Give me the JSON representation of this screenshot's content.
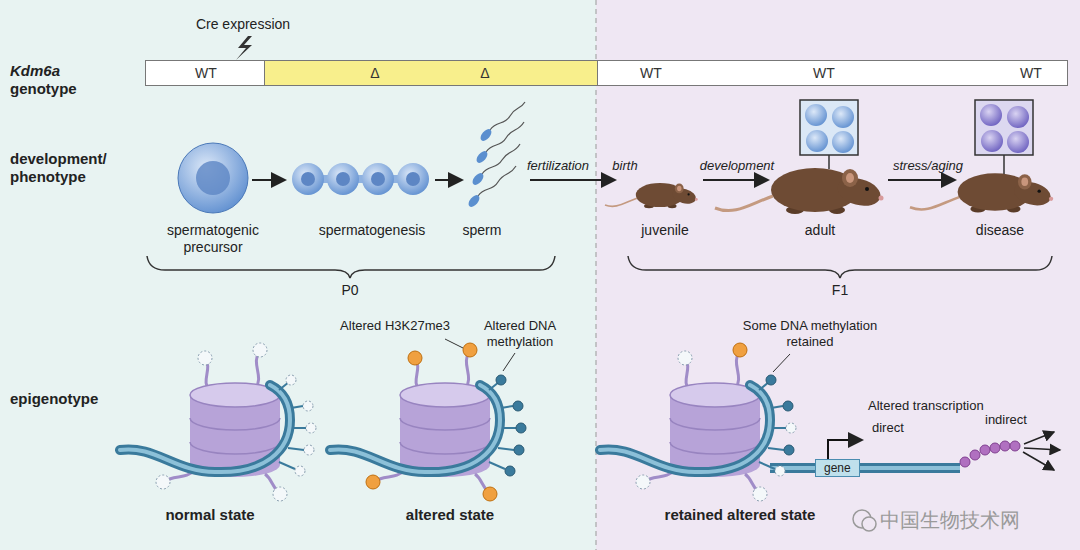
{
  "diagram": {
    "nodes": [
      {
        "text": [
          "WT"
        ]
      },
      {
        "text": [
          "Δ",
          "Δ"
        ]
      },
      {
        "text": [
          "WT",
          "WT",
          "WT"
        ]
      },
      {
        "text": [
          "gene"
        ]
      }
    ],
    "labels": [
      "Cre expression",
      "Kdm6a",
      "genotype",
      "development/ phenotype",
      "spermatogenic precursor",
      "spermatogenesis",
      "sperm",
      "fertilization",
      "birth",
      "juvenile",
      "development",
      "adult",
      "stress/aging",
      "disease",
      "P0",
      "F1",
      "epigenotype",
      "Altered H3K27me3",
      "Altered DNA methylation",
      "Some DNA methylation retained",
      "Altered transcription",
      "direct",
      "indirect",
      "normal state",
      "altered state",
      "retained altered state",
      "中国生物技术网"
    ]
  }
}
